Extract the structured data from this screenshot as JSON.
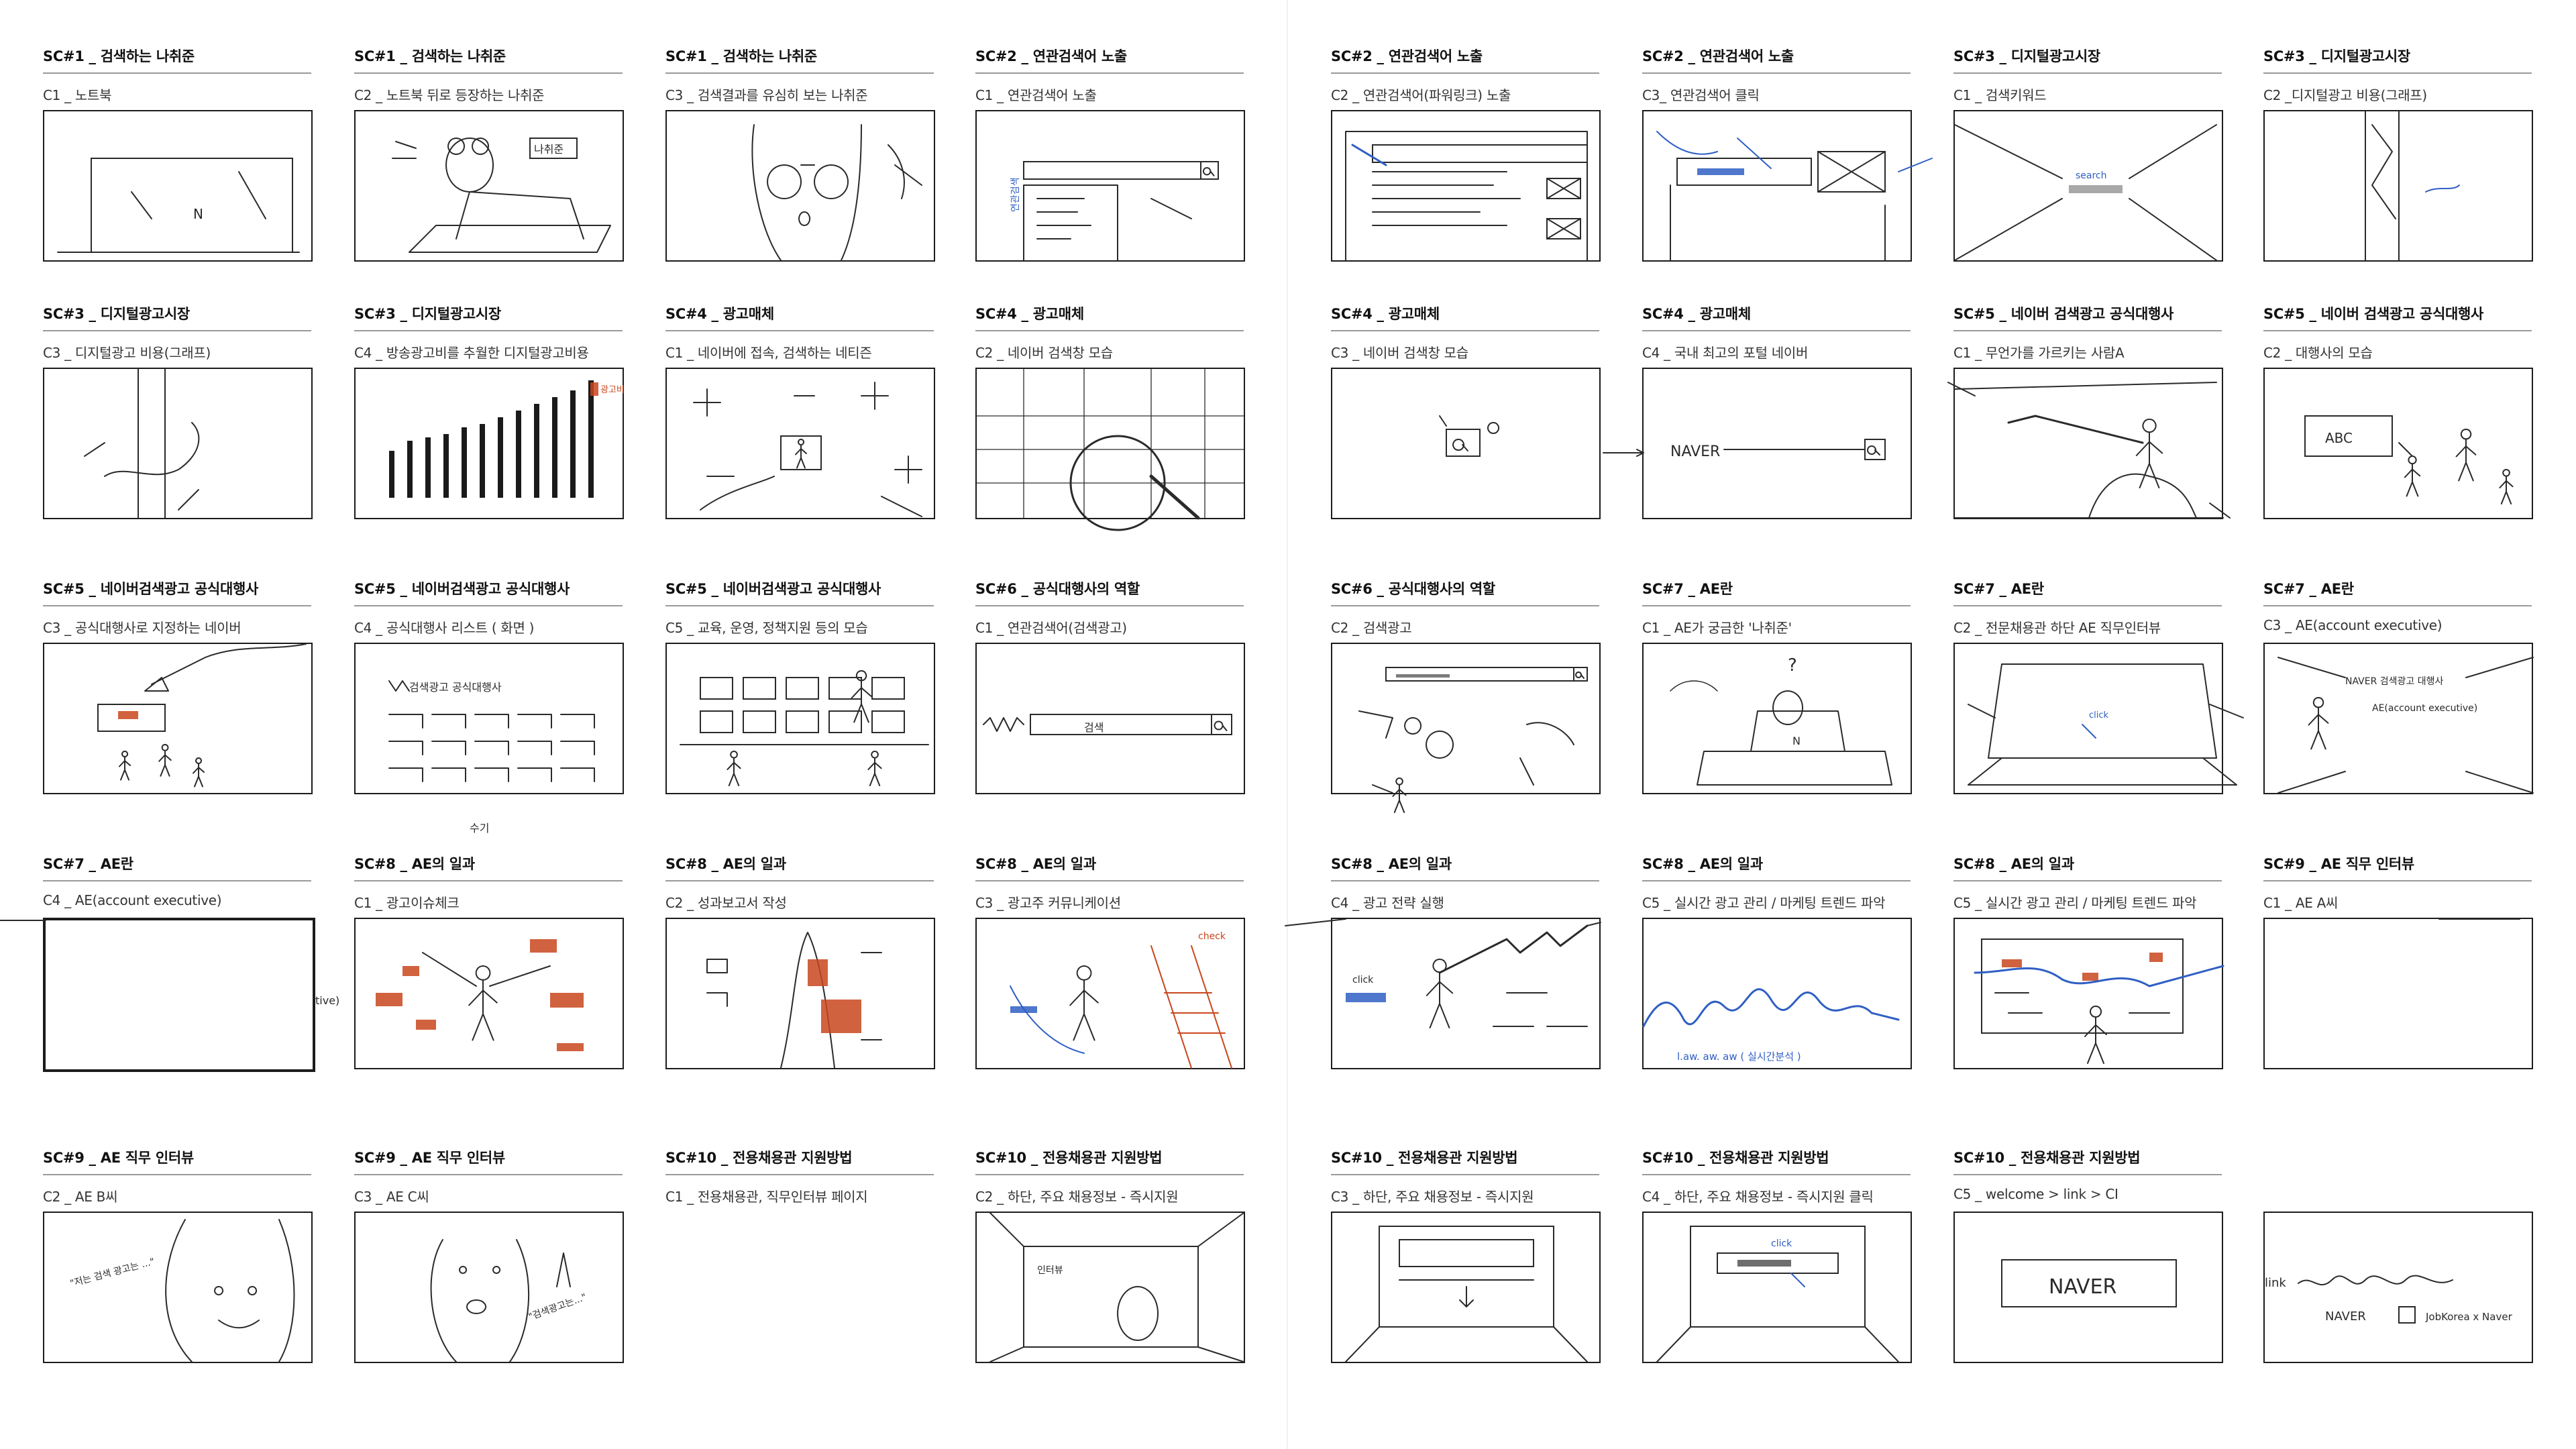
{
  "storyboard": {
    "cells": [
      {
        "scene": "SC#1 _ 검색하는 나취준",
        "cut": "C1 _ 노트북"
      },
      {
        "scene": "SC#1 _ 검색하는 나취준",
        "cut": "C2 _ 노트북 뒤로 등장하는 나취준"
      },
      {
        "scene": "SC#1 _ 검색하는 나취준",
        "cut": "C3 _ 검색결과를 유심히 보는 나취준"
      },
      {
        "scene": "SC#2 _ 연관검색어 노출",
        "cut": "C1 _ 연관검색어 노출"
      },
      {
        "scene": "SC#2 _ 연관검색어 노출",
        "cut": "C2 _ 연관검색어(파워링크) 노출"
      },
      {
        "scene": "SC#2 _ 연관검색어 노출",
        "cut": "C3_ 연관검색어 클릭"
      },
      {
        "scene": "SC#3 _ 디지털광고시장",
        "cut": "C1 _ 검색키워드"
      },
      {
        "scene": "SC#3 _ 디지털광고시장",
        "cut": "C2 _디지털광고 비용(그래프)"
      },
      {
        "scene": "SC#3 _ 디지털광고시장",
        "cut": "C3 _ 디지털광고 비용(그래프)"
      },
      {
        "scene": "SC#3 _ 디지털광고시장",
        "cut": "C4 _ 방송광고비를 추월한 디지털광고비용"
      },
      {
        "scene": "SC#4 _ 광고매체",
        "cut": "C1 _ 네이버에 접속, 검색하는 네티즌"
      },
      {
        "scene": "SC#4 _ 광고매체",
        "cut": "C2 _ 네이버 검색창 모습"
      },
      {
        "scene": "SC#4 _ 광고매체",
        "cut": "C3 _ 네이버 검색창 모습"
      },
      {
        "scene": "SC#4 _ 광고매체",
        "cut": "C4 _ 국내 최고의 포털 네이버"
      },
      {
        "scene": "SC#5 _ 네이버 검색광고 공식대행사",
        "cut": "C1 _ 무언가를 가르키는 사람A"
      },
      {
        "scene": "SC#5 _ 네이버 검색광고 공식대행사",
        "cut": "C2 _ 대행사의 모습"
      },
      {
        "scene": "SC#5 _ 네이버검색광고 공식대행사",
        "cut": "C3 _ 공식대행사로 지정하는 네이버"
      },
      {
        "scene": "SC#5 _ 네이버검색광고 공식대행사",
        "cut": "C4 _ 공식대행사 리스트 ( 화면 )"
      },
      {
        "scene": "SC#5 _ 네이버검색광고 공식대행사",
        "cut": "C5 _ 교육, 운영, 정책지원 등의 모습"
      },
      {
        "scene": "SC#6 _ 공식대행사의 역할",
        "cut": "C1 _ 연관검색어(검색광고)"
      },
      {
        "scene": "SC#6 _ 공식대행사의 역할",
        "cut": "C2 _ 검색광고"
      },
      {
        "scene": "SC#7 _ AE란",
        "cut": "C1 _ AE가 궁금한 '나취준'"
      },
      {
        "scene": "SC#7 _ AE란",
        "cut": "C2 _ 전문채용관 하단 AE 직무인터뷰"
      },
      {
        "scene": "SC#7 _ AE란",
        "cut": "C3 _ AE(account executive)"
      },
      {
        "scene": "SC#7 _ AE란",
        "cut": "C4 _ AE(account executive)"
      },
      {
        "scene": "SC#8 _ AE의 일과",
        "cut": "C1 _ 광고이슈체크"
      },
      {
        "scene": "SC#8 _ AE의 일과",
        "cut": "C2 _ 성과보고서 작성"
      },
      {
        "scene": "SC#8 _ AE의 일과",
        "cut": "C3 _ 광고주 커뮤니케이션"
      },
      {
        "scene": "SC#8 _ AE의 일과",
        "cut": "C4 _ 광고 전략 실행"
      },
      {
        "scene": "SC#8 _ AE의 일과",
        "cut": "C5 _ 실시간 광고 관리 / 마케팅 트렌드 파악"
      },
      {
        "scene": "SC#8 _ AE의 일과",
        "cut": "C5 _ 실시간 광고 관리 / 마케팅 트렌드 파악"
      },
      {
        "scene": "SC#9 _ AE 직무 인터뷰",
        "cut": "C1 _ AE A씨"
      },
      {
        "scene": "SC#9 _ AE 직무 인터뷰",
        "cut": "C2 _ AE B씨"
      },
      {
        "scene": "SC#9 _ AE 직무 인터뷰",
        "cut": "C3 _ AE C씨"
      },
      {
        "scene": "SC#10 _ 전용채용관 지원방법",
        "cut": "C1 _ 전용채용관, 직무인터뷰 페이지"
      },
      {
        "scene": "SC#10 _ 전용채용관 지원방법",
        "cut": "C2 _ 하단, 주요 채용정보 - 즉시지원"
      },
      {
        "scene": "SC#10 _ 전용채용관 지원방법",
        "cut": "C3 _ 하단, 주요 채용정보 - 즉시지원"
      },
      {
        "scene": "SC#10 _ 전용채용관 지원방법",
        "cut": "C4 _ 하단, 주요 채용정보 - 즉시지원 클릭"
      },
      {
        "scene": "SC#10 _ 전용채용관 지원방법",
        "cut": "C5 _ welcome > link > CI"
      },
      {
        "scene": "",
        "cut": ""
      }
    ],
    "sketch_notes": {
      "naver_search": "NAVER",
      "naver_logo_box": "NAVER",
      "naver_final": "NAVER",
      "jobkorea": "JobKorea x Naver",
      "ae_full": "AE(account executive)",
      "click": "click",
      "check": "check"
    }
  }
}
